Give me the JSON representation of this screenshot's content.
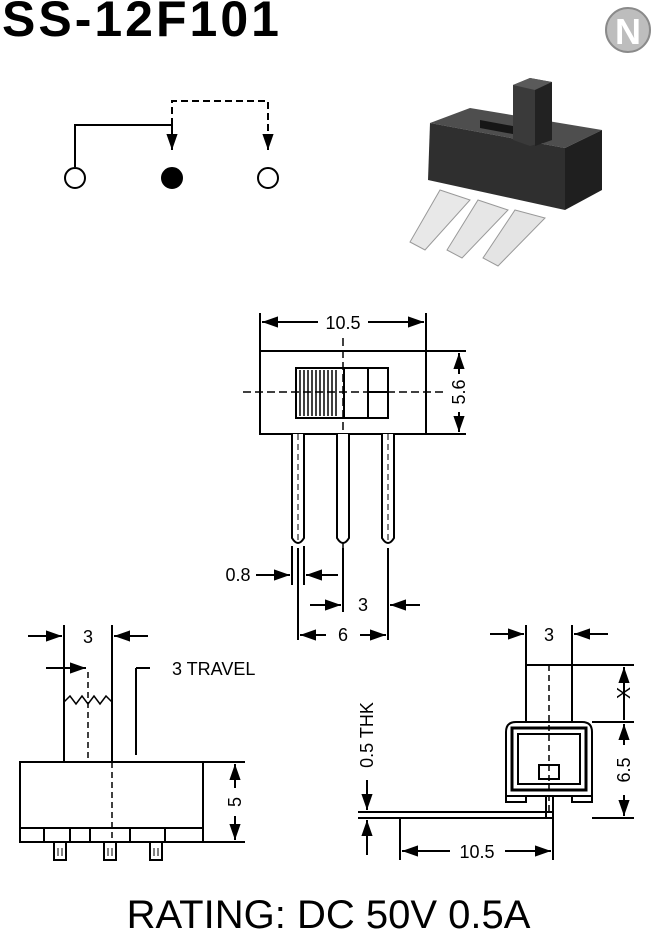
{
  "title": "SS-12F101",
  "brand_logo": "N",
  "rating": "RATING: DC 50V 0.5A",
  "schematic": {
    "terminals": [
      "open",
      "common",
      "open"
    ]
  },
  "front_view": {
    "width_dim": "10.5",
    "height_dim": "5.6",
    "pin_dim": "0.8",
    "pitch_dim": "3",
    "span_dim": "6"
  },
  "side_view": {
    "actuator_dim": "3",
    "travel_label": "3 TRAVEL",
    "height_dim": "5"
  },
  "end_view": {
    "actuator_dim": "3",
    "x_dim": "X",
    "height_dim": "6.5",
    "thickness_label": "0.5 THK",
    "length_dim": "10.5"
  }
}
